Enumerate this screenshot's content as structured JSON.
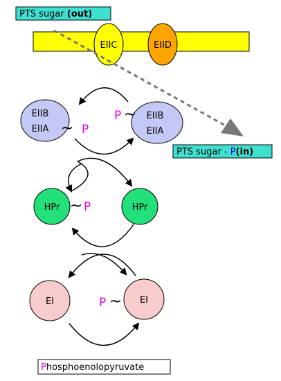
{
  "colors": {
    "membrane": "#ffff00",
    "eiic": "#ffff00",
    "eiid": "#ffa500",
    "eiib_eiia": "#c4c8f4",
    "hpr": "#22e07a",
    "ei": "#f8cccc",
    "label_box": "#40e0d0",
    "phospho_accent": "#e600e6",
    "in_accent": "#0000cc",
    "arrow_dashed": "#777777"
  },
  "labels": {
    "sugar_out_prefix": "PTS sugar ",
    "sugar_out_bold": "(out)",
    "sugar_in_prefix": "PTS sugar - ",
    "sugar_in_p": "P",
    "sugar_in_bold": "(in)",
    "phospho_first": "P",
    "phospho_rest": "hosphoenolopyruvate"
  },
  "proteins": {
    "eiic": "EIIC",
    "eiid": "EIID",
    "eiib": "EIIB",
    "eiia": "EIIA",
    "hpr": "HPr",
    "ei": "EI"
  },
  "symbols": {
    "phosphate": "P",
    "tilde": "~"
  }
}
